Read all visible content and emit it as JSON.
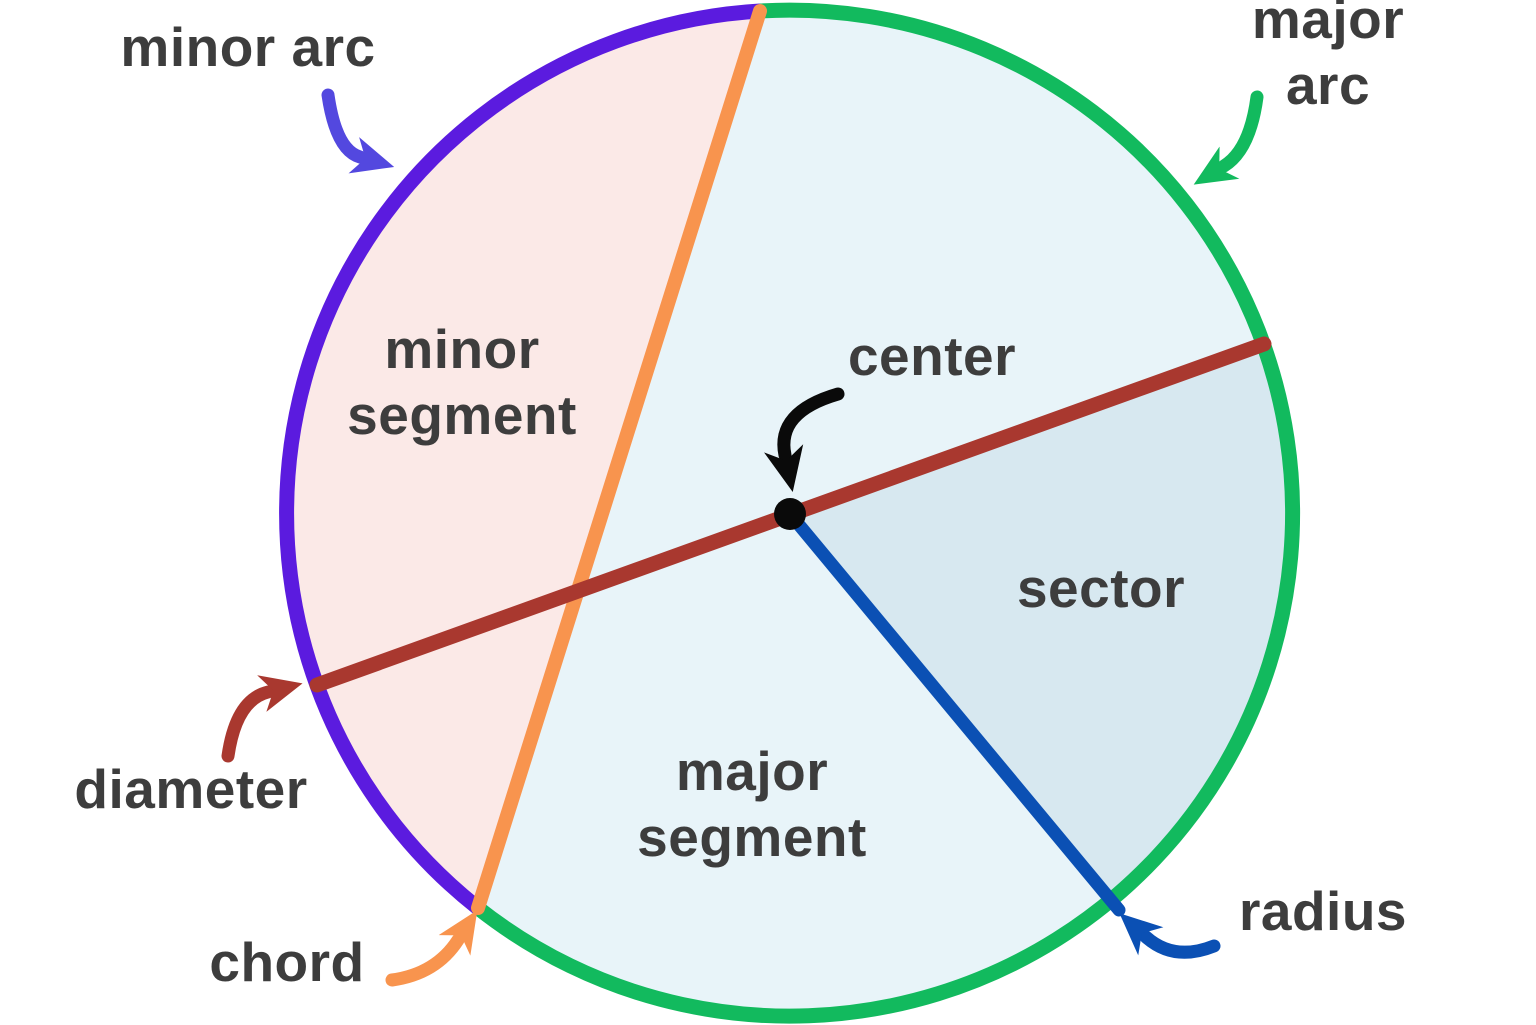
{
  "labels": {
    "minor_arc": "minor arc",
    "major_arc": "major arc",
    "minor_segment": "minor\nsegment",
    "center": "center",
    "sector": "sector",
    "diameter": "diameter",
    "major_segment": "major\nsegment",
    "chord": "chord",
    "radius": "radius"
  },
  "colors": {
    "background": "#FFFFFF",
    "label_text": "#3D3D3D",
    "minor_arc": "#5B1BDF",
    "major_arc": "#12BA5E",
    "chord": "#F8944E",
    "diameter": "#A9382F",
    "radius": "#0B50B4",
    "center_dot": "#0A0A0A",
    "arrow_minor_arc": "#5348DF",
    "arrow_center": "#0A0A0A",
    "minor_segment_fill": "#FBE9E7",
    "major_segment_fill": "#E8F4F9",
    "sector_fill": "#D7E8F0"
  }
}
